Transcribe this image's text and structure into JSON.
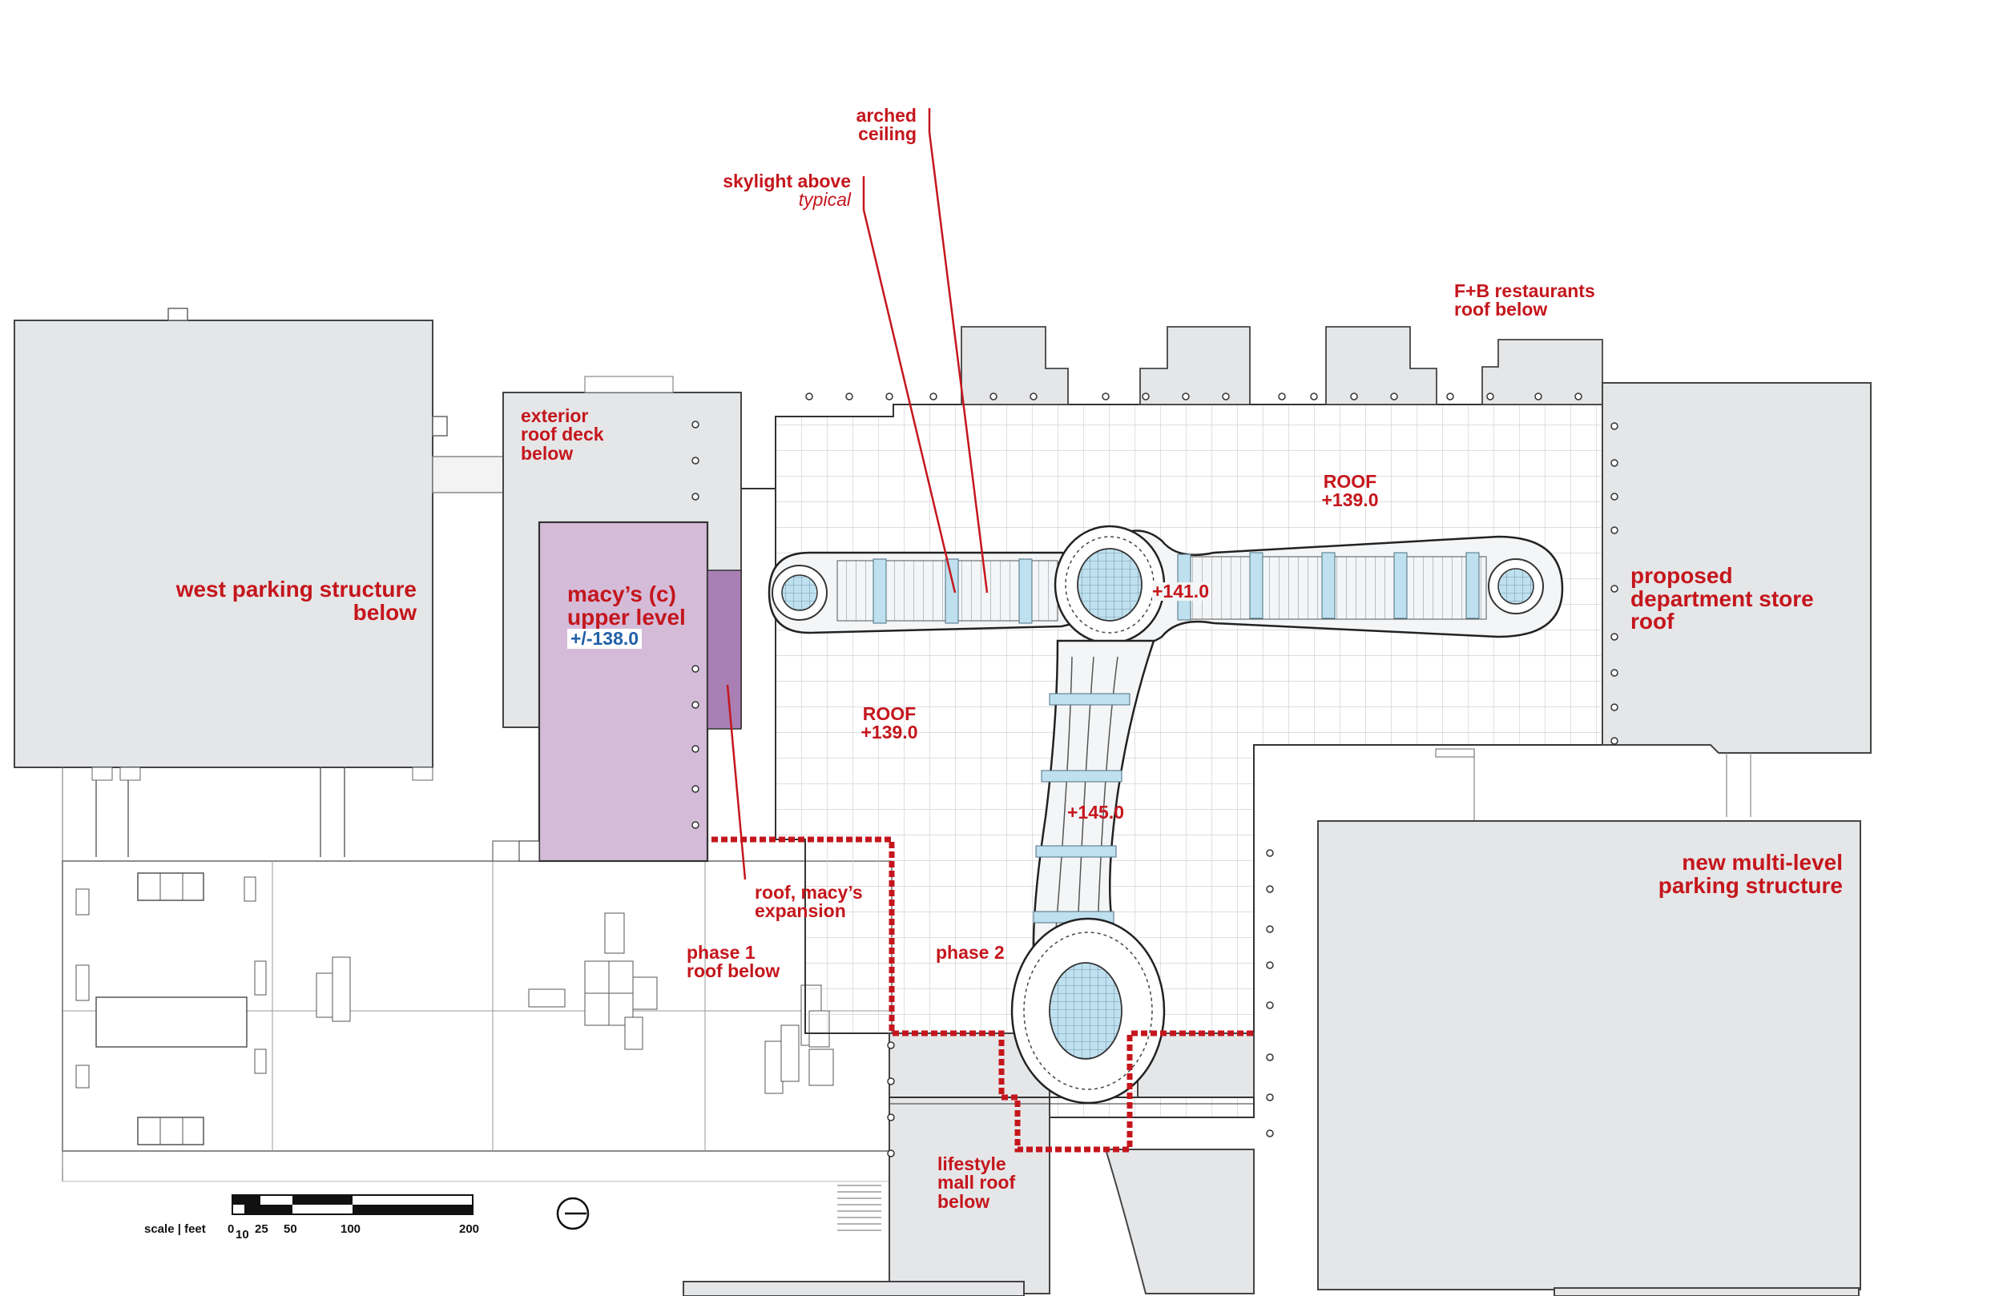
{
  "labels": {
    "west_parking": [
      "west parking structure",
      "below"
    ],
    "exterior_deck": [
      "exterior",
      "roof deck",
      "below"
    ],
    "macys": [
      "macy’s (c)",
      "upper level"
    ],
    "macys_level": "+/-138.0",
    "arched_ceiling": [
      "arched",
      "ceiling"
    ],
    "skylight_above": "skylight above",
    "skylight_typical": "typical",
    "fb_restaurants": [
      "F+B restaurants",
      "roof below"
    ],
    "roof_top": [
      "ROOF",
      "+139.0"
    ],
    "roof_mid": [
      "ROOF",
      "+139.0"
    ],
    "elev_141": "+141.0",
    "elev_145": "+145.0",
    "proposed_store": [
      "proposed",
      "department store",
      "roof"
    ],
    "new_parking": [
      "new multi-level",
      "parking structure"
    ],
    "macys_expansion": [
      "roof, macy’s",
      "expansion"
    ],
    "phase1": [
      "phase 1",
      "roof below"
    ],
    "phase2": "phase 2",
    "lifestyle": [
      "lifestyle",
      "mall roof",
      "below"
    ]
  },
  "scale": {
    "caption": "scale | feet",
    "ticks": [
      "0",
      "10",
      "25",
      "50",
      "100",
      "200"
    ]
  },
  "colors": {
    "annotation_red": "#c4161c",
    "macys_fill": "#d4bcd9",
    "building_gray": "#e5e6e8",
    "skylight_blue": "#bfe0ee",
    "level_blue": "#1f5fa8"
  }
}
